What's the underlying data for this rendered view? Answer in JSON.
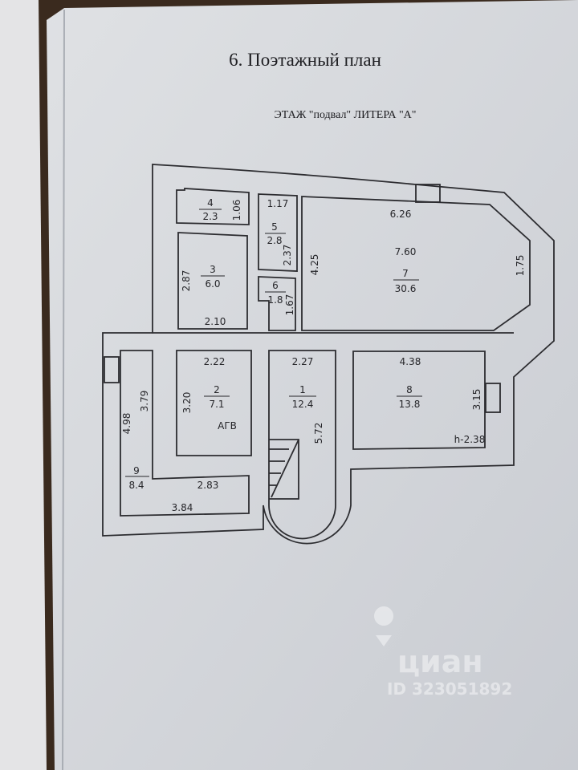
{
  "document": {
    "title": "6. Поэтажный план",
    "subtitle": "ЭТАЖ \"подвал\"  ЛИТЕРА \"А\""
  },
  "rooms": [
    {
      "number": "1",
      "area": "12.4"
    },
    {
      "number": "2",
      "area": "7.1",
      "note": "АГВ"
    },
    {
      "number": "3",
      "area": "6.0"
    },
    {
      "number": "4",
      "area": "2.3"
    },
    {
      "number": "5",
      "area": "2.8"
    },
    {
      "number": "6",
      "area": "1.8"
    },
    {
      "number": "7",
      "area": "30.6"
    },
    {
      "number": "8",
      "area": "13.8",
      "note": "h-2.38"
    },
    {
      "number": "9",
      "area": "8.4"
    }
  ],
  "dimensions": {
    "d106": "1.06",
    "d117": "1.17",
    "d237": "2.37",
    "d425": "4.25",
    "d626": "6.26",
    "d760": "7.60",
    "d175": "1.75",
    "d287": "2.87",
    "d210": "2.10",
    "d167": "1.67",
    "d222": "2.22",
    "d227": "2.27",
    "d438": "4.38",
    "d320": "3.20",
    "d572": "5.72",
    "d315": "3.15",
    "d498": "4.98",
    "d379": "3.79",
    "d283": "2.83",
    "d384": "3.84"
  },
  "watermark": {
    "brand": "циан",
    "id": "ID 323051892"
  },
  "colors": {
    "paper": "#d9dce0",
    "ink": "#2c2c30",
    "wood": "#3a2a1e"
  }
}
